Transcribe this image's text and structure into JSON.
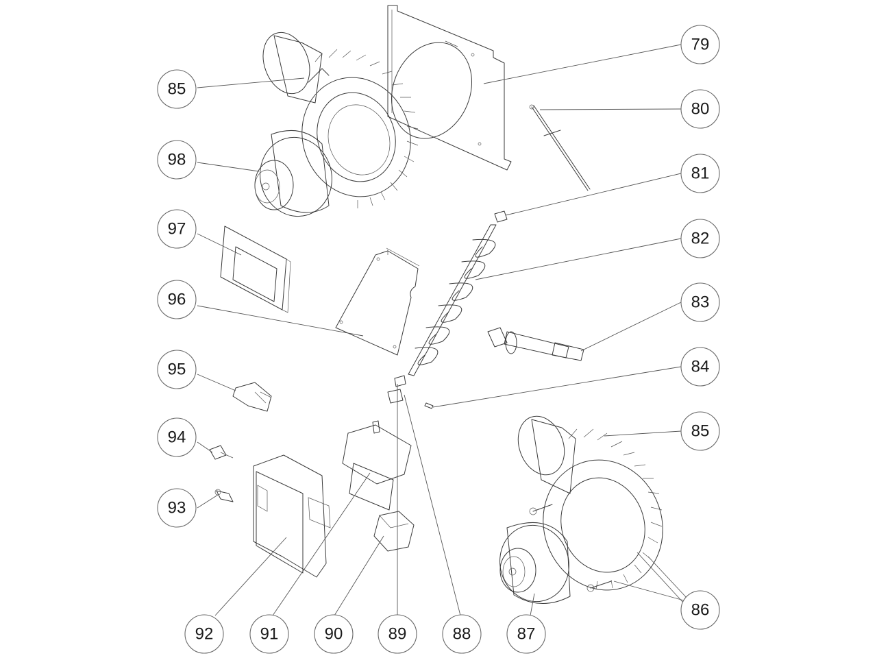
{
  "diagram": {
    "type": "exploded-parts-view",
    "callouts": [
      {
        "id": "c79",
        "label": "79"
      },
      {
        "id": "c80",
        "label": "80"
      },
      {
        "id": "c81",
        "label": "81"
      },
      {
        "id": "c82",
        "label": "82"
      },
      {
        "id": "c83",
        "label": "83"
      },
      {
        "id": "c84",
        "label": "84"
      },
      {
        "id": "c85b",
        "label": "85"
      },
      {
        "id": "c86",
        "label": "86"
      },
      {
        "id": "c87",
        "label": "87"
      },
      {
        "id": "c88",
        "label": "88"
      },
      {
        "id": "c89",
        "label": "89"
      },
      {
        "id": "c90",
        "label": "90"
      },
      {
        "id": "c91",
        "label": "91"
      },
      {
        "id": "c92",
        "label": "92"
      },
      {
        "id": "c93",
        "label": "93"
      },
      {
        "id": "c94",
        "label": "94"
      },
      {
        "id": "c95",
        "label": "95"
      },
      {
        "id": "c96",
        "label": "96"
      },
      {
        "id": "c97",
        "label": "97"
      },
      {
        "id": "c98",
        "label": "98"
      },
      {
        "id": "c85a",
        "label": "85"
      }
    ],
    "parts": [
      {
        "name": "mounting-plate",
        "callout": "79"
      },
      {
        "name": "temperature-probe",
        "callout": "80"
      },
      {
        "name": "bushing",
        "callout": "81"
      },
      {
        "name": "auger-screw",
        "callout": "82"
      },
      {
        "name": "igniter",
        "callout": "83"
      },
      {
        "name": "pin",
        "callout": "84"
      },
      {
        "name": "blower-housing",
        "callout": "85"
      },
      {
        "name": "screws",
        "callout": "86"
      },
      {
        "name": "blower-motor",
        "callout": "87"
      },
      {
        "name": "coupling",
        "callout": "88"
      },
      {
        "name": "bushing-small",
        "callout": "89"
      },
      {
        "name": "capacitor",
        "callout": "90"
      },
      {
        "name": "gear-motor",
        "callout": "91"
      },
      {
        "name": "control-board",
        "callout": "92"
      },
      {
        "name": "fuse-holder",
        "callout": "93"
      },
      {
        "name": "connector",
        "callout": "94"
      },
      {
        "name": "switch",
        "callout": "95"
      },
      {
        "name": "cover-plate",
        "callout": "96"
      },
      {
        "name": "hopper-funnel",
        "callout": "97"
      },
      {
        "name": "combustion-fan",
        "callout": "98"
      }
    ]
  }
}
